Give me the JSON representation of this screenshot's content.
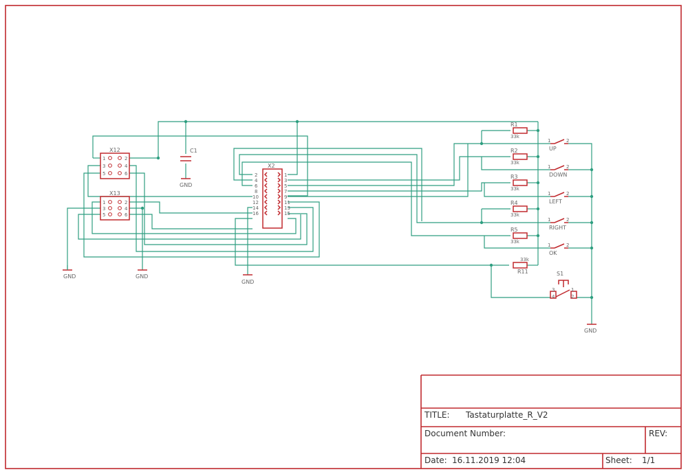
{
  "title_block": {
    "title_label": "TITLE:",
    "title_value": "Tastaturplatte_R_V2",
    "docnum_label": "Document Number:",
    "rev_label": "REV:",
    "date_label": "Date:",
    "date_value": "16.11.2019 12:04",
    "sheet_label": "Sheet:",
    "sheet_value": "1/1"
  },
  "components": {
    "x12": {
      "name": "X12",
      "pins_left": [
        "1",
        "3",
        "5"
      ],
      "pins_right": [
        "2",
        "4",
        "6"
      ]
    },
    "x13": {
      "name": "X13",
      "pins_left": [
        "1",
        "3",
        "5"
      ],
      "pins_right": [
        "2",
        "4",
        "6"
      ]
    },
    "x2": {
      "name": "X2",
      "pins_left": [
        "2",
        "4",
        "6",
        "8",
        "10",
        "12",
        "14",
        "16"
      ],
      "pins_right": [
        "1",
        "3",
        "5",
        "7",
        "9",
        "11",
        "13",
        "15"
      ]
    },
    "c1": {
      "name": "C1"
    },
    "resistors": [
      {
        "name": "R1",
        "value": "33k"
      },
      {
        "name": "R2",
        "value": "33k"
      },
      {
        "name": "R3",
        "value": "33k"
      },
      {
        "name": "R4",
        "value": "33k"
      },
      {
        "name": "R5",
        "value": "33k"
      }
    ],
    "r11": {
      "name": "R11",
      "value": "33k"
    },
    "switches": [
      {
        "name": "UP",
        "pin1": "1",
        "pin2": "2"
      },
      {
        "name": "DOWN",
        "pin1": "1",
        "pin2": "2"
      },
      {
        "name": "LEFT",
        "pin1": "1",
        "pin2": "2"
      },
      {
        "name": "RIGHT",
        "pin1": "1",
        "pin2": "2"
      },
      {
        "name": "OK",
        "pin1": "1",
        "pin2": "2"
      }
    ],
    "s1": {
      "name": "S1",
      "pins": [
        "3",
        "4",
        "1",
        "2"
      ]
    }
  },
  "gnd_labels": [
    "GND",
    "GND",
    "GND",
    "GND",
    "GND"
  ],
  "colors": {
    "symbol": "#c0282d",
    "wire": "#2e9e80",
    "text": "#666666"
  }
}
